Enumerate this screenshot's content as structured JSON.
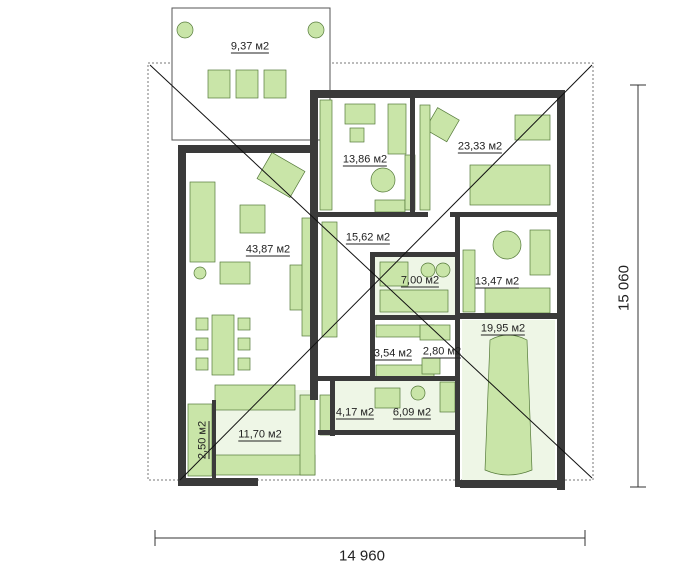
{
  "plan": {
    "rooms": [
      {
        "id": "terrace",
        "area": "9,37 м2"
      },
      {
        "id": "bedroom-1",
        "area": "13,86 м2"
      },
      {
        "id": "bedroom-master",
        "area": "23,33 м2"
      },
      {
        "id": "living",
        "area": "43,87 м2"
      },
      {
        "id": "hall",
        "area": "15,62 м2"
      },
      {
        "id": "bathroom",
        "area": "7,00 м2"
      },
      {
        "id": "bedroom-2",
        "area": "13,47 м2"
      },
      {
        "id": "garage",
        "area": "19,95 м2"
      },
      {
        "id": "wardrobe",
        "area": "3,54 м2"
      },
      {
        "id": "wc",
        "area": "2,80 м2"
      },
      {
        "id": "entrance",
        "area": "4,17 м2"
      },
      {
        "id": "utility",
        "area": "6,09 м2"
      },
      {
        "id": "kitchen",
        "area": "11,70 м2"
      },
      {
        "id": "pantry",
        "area": "2,50 м2"
      }
    ],
    "dimensions": {
      "width": "14 960",
      "depth": "15 060"
    },
    "colors": {
      "wall": "#3a3a3a",
      "furniture": "#c9e5a8",
      "floor": "#eef6e6"
    }
  }
}
